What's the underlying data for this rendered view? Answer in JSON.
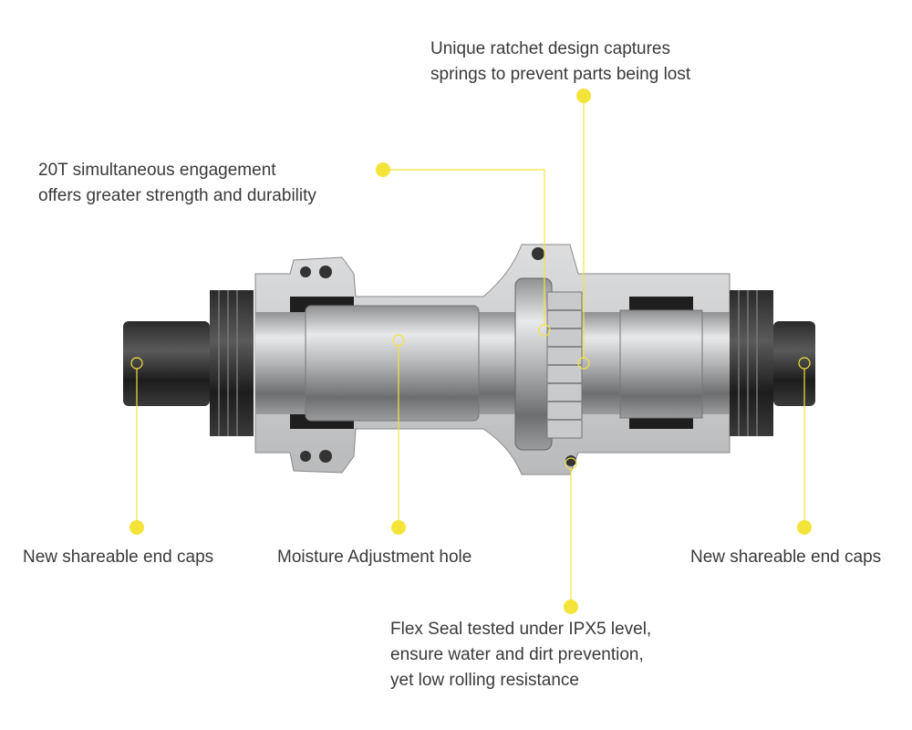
{
  "callouts": {
    "ratchet": {
      "line1": "Unique ratchet design captures",
      "line2": "springs to prevent parts being lost"
    },
    "engagement": {
      "line1": "20T simultaneous engagement",
      "line2": "offers greater strength and durability"
    },
    "left_end_caps": {
      "text": "New shareable end caps"
    },
    "moisture": {
      "text": "Moisture Adjustment hole"
    },
    "right_end_caps": {
      "text": "New shareable end caps"
    },
    "flex_seal": {
      "line1": "Flex Seal tested under IPX5 level,",
      "line2": "ensure water and dirt prevention,",
      "line3": "yet low rolling resistance"
    }
  },
  "colors": {
    "accent": "#f4e43a",
    "text": "#3a3a3a"
  }
}
